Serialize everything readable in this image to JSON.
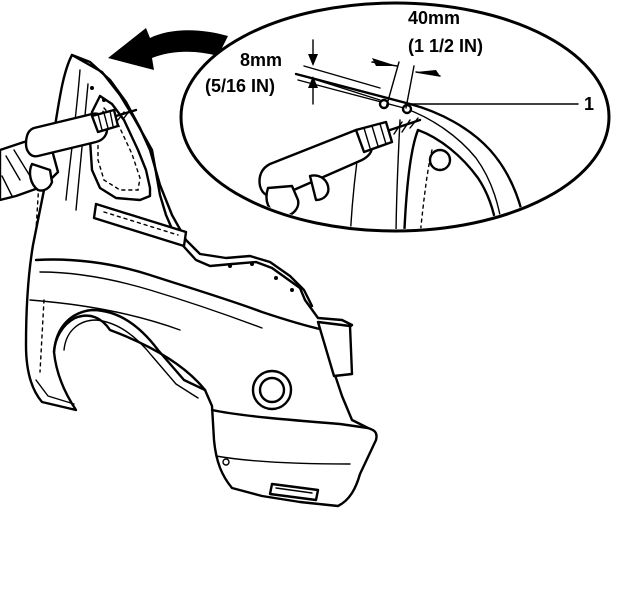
{
  "labels": {
    "hole_spacing_mm": "40mm",
    "hole_spacing_in": "(1 1/2 IN)",
    "edge_offset_mm": "8mm",
    "edge_offset_in": "(5/16 IN)",
    "callout_number": "1"
  }
}
